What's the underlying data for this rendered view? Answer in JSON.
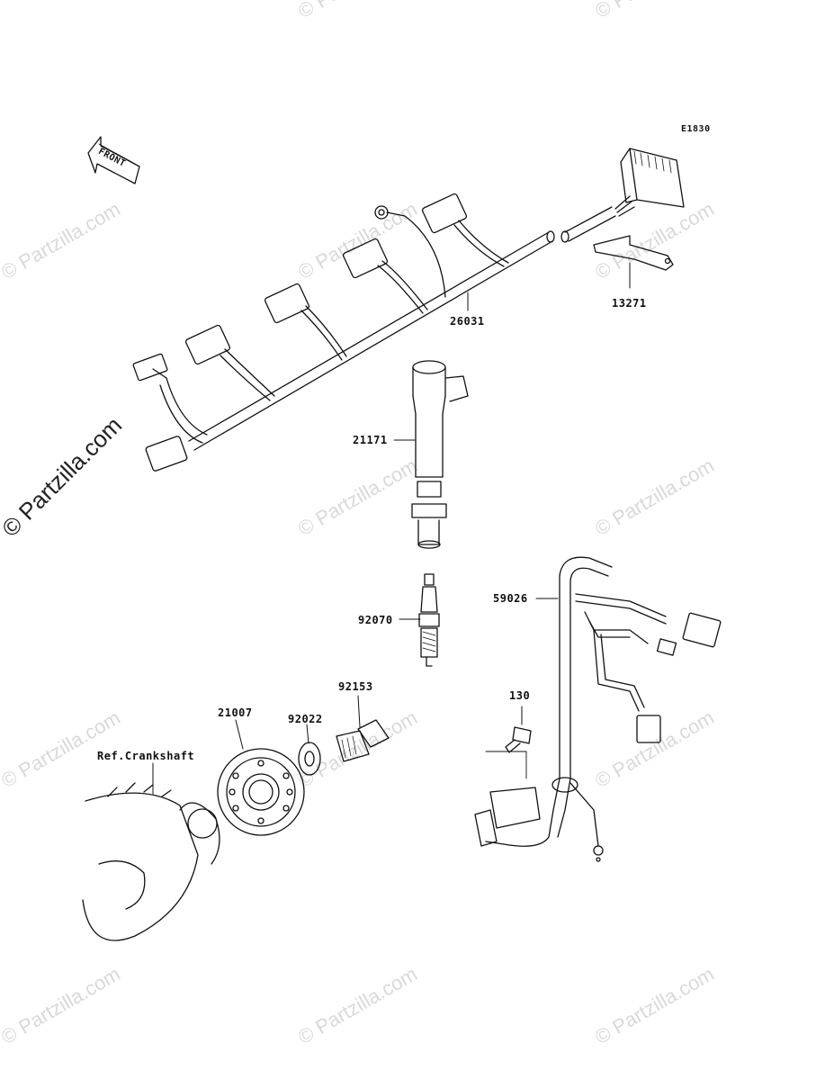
{
  "diagram_code": "E1830",
  "front_label": "FRONT",
  "watermark": "© Partzilla.com",
  "parts": [
    {
      "id": "26031"
    },
    {
      "id": "13271"
    },
    {
      "id": "21171"
    },
    {
      "id": "92070"
    },
    {
      "id": "59026"
    },
    {
      "id": "130"
    },
    {
      "id": "92153"
    },
    {
      "id": "92022"
    },
    {
      "id": "21007"
    }
  ],
  "ref_label": "Ref.Crankshaft"
}
